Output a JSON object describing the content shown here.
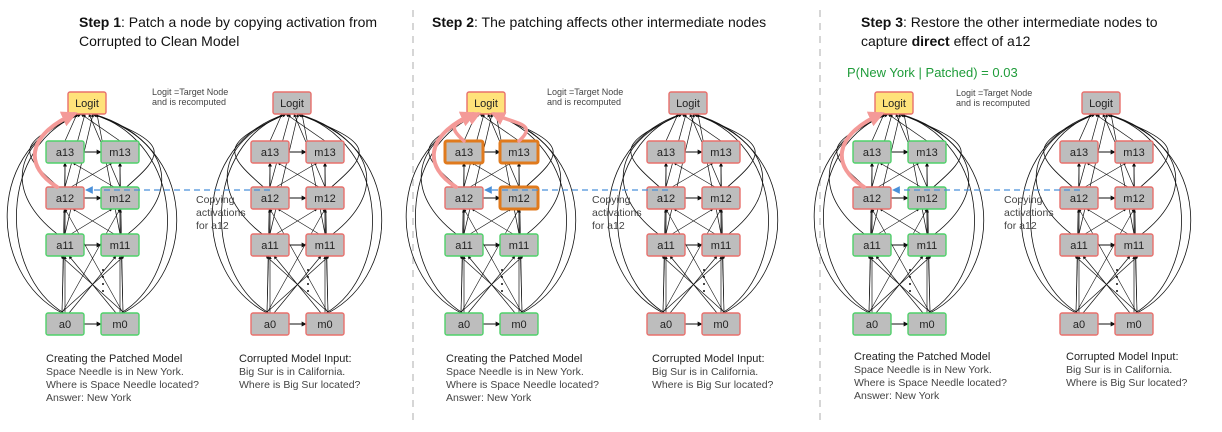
{
  "steps": [
    {
      "title_bold": "Step 1",
      "title_rest": ": Patch a node by copying activation from Corrupted to Clean Model",
      "patched_caption": [
        "Creating the Patched Model",
        "Space Needle is in New York.",
        "Where is Space Needle located?",
        "Answer: New York"
      ],
      "corrupted_caption": [
        "Corrupted Model Input:",
        "Big Sur is in California.",
        "Where is Big Sur located?"
      ],
      "logit_note": [
        "Logit =Target Node",
        "and is recomputed"
      ],
      "copy_note": [
        "Copying",
        "activations",
        "for a12"
      ]
    },
    {
      "title_bold": "Step 2",
      "title_rest": ": The patching affects other intermediate nodes",
      "patched_caption": [
        "Creating the Patched Model",
        "Space Needle is in New York.",
        "Where is Space Needle located?",
        "Answer: New York"
      ],
      "corrupted_caption": [
        "Corrupted Model Input:",
        "Big Sur is in California.",
        "Where is Big Sur located?"
      ],
      "logit_note": [
        "Logit =Target Node",
        "and is recomputed"
      ],
      "copy_note": [
        "Copying",
        "activations",
        "for a12"
      ]
    },
    {
      "title_pre": "Step 3",
      "title_mid": ": Restore the other intermediate nodes to capture ",
      "title_bold2": "direct",
      "title_post": " effect of a12",
      "probability": "P(New York | Patched) = 0.03",
      "patched_caption": [
        "Creating the Patched Model",
        "Space Needle is in New York.",
        "Where is Space Needle located?",
        "Answer: New York"
      ],
      "corrupted_caption": [
        "Corrupted Model Input:",
        "Big Sur is in California.",
        "Where is Big Sur located?"
      ],
      "logit_note": [
        "Logit =Target Node",
        "and is recomputed"
      ],
      "copy_note": [
        "Copying",
        "activations",
        "for a12"
      ]
    }
  ],
  "node_labels": {
    "logit": "Logit",
    "a13": "a13",
    "m13": "m13",
    "a12": "a12",
    "m12": "m12",
    "a11": "a11",
    "m11": "m11",
    "a0": "a0",
    "m0": "m0"
  },
  "colors": {
    "clean_border": "#4fd16a",
    "corrupt_border": "#e8706c",
    "node_fill": "#bdbdbd",
    "logit_fill": "#ffe27a",
    "highlight_border": "#e07a1d",
    "patch_arrow": "#f49a98",
    "copy_arrow": "#4a90d9",
    "probability": "#1f9c3a"
  }
}
